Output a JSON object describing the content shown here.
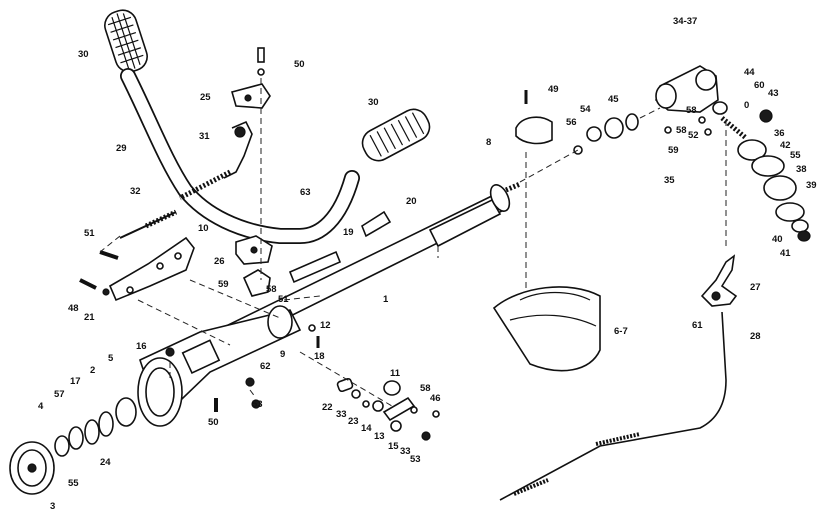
{
  "callouts": {
    "c30a": "30",
    "c30b": "30",
    "c50a": "50",
    "c50b": "50",
    "c25": "25",
    "c31": "31",
    "c29": "29",
    "c32": "32",
    "c63": "63",
    "c20": "20",
    "c19": "19",
    "c10": "10",
    "c51a": "51",
    "c51b": "51",
    "c26": "26",
    "c58a": "58",
    "c58b": "58",
    "c58c": "58",
    "c58d": "58",
    "c59a": "59",
    "c59b": "59",
    "c48": "48",
    "c21": "21",
    "c1": "1",
    "c12": "12",
    "c18": "18",
    "c16": "16",
    "c9": "9",
    "c5": "5",
    "c2": "2",
    "c17": "17",
    "c57": "57",
    "c4": "4",
    "c24": "24",
    "c55a": "55",
    "c55b": "55",
    "c3": "3",
    "c62": "62",
    "c53a": "53",
    "c53b": "53",
    "c22": "22",
    "c33a": "33",
    "c33b": "33",
    "c23": "23",
    "c14": "14",
    "c13": "13",
    "c15": "15",
    "c11": "11",
    "c46": "46",
    "c8": "8",
    "c49": "49",
    "c54": "54",
    "c56": "56",
    "c45": "45",
    "c34_37": "34-37",
    "c44": "44",
    "c60": "60",
    "c43": "43",
    "c0": "0",
    "c52": "52",
    "c36": "36",
    "c42": "42",
    "c38": "38",
    "c39": "39",
    "c35": "35",
    "c40": "40",
    "c41": "41",
    "c27": "27",
    "c61": "61",
    "c28": "28",
    "c6_7": "6-7"
  }
}
